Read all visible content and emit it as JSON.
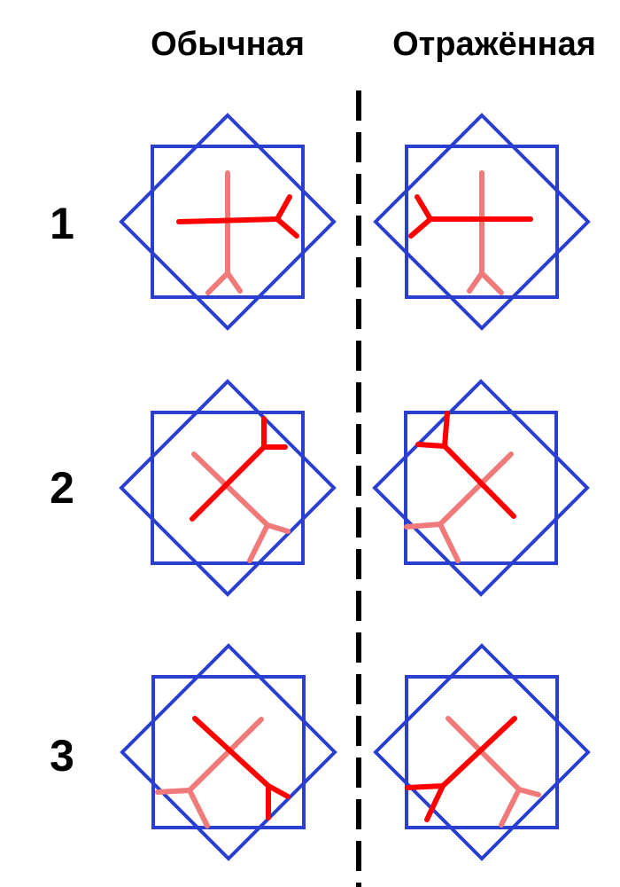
{
  "headers": {
    "normal": "Обычная",
    "mirrored": "Отражённая"
  },
  "rows": [
    {
      "label": "1"
    },
    {
      "label": "2"
    },
    {
      "label": "3"
    }
  ],
  "colors": {
    "square": "#2a3fd0",
    "arrow_primary": "#ff0000",
    "arrow_secondary": "#f07a7a",
    "divider": "#000000"
  }
}
